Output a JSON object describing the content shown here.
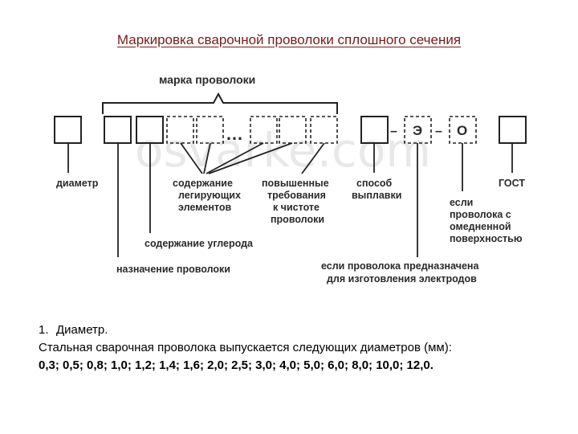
{
  "title": "Маркировка сварочной проволоки сплошного сечения",
  "watermark": "osvarke.com",
  "diagram": {
    "top_label": "марка проволоки",
    "dots": "…",
    "dash1": "–",
    "letter_e": "Э",
    "dash2": "–",
    "letter_o": "О",
    "labels": {
      "diameter": "диаметр",
      "alloy": [
        "содержание",
        "легирующих",
        "элементов"
      ],
      "purity": [
        "повышенные",
        "требования",
        "к чистоте",
        "проволоки"
      ],
      "method": [
        "способ",
        "выплавки"
      ],
      "gost": "ГОСТ",
      "coated": [
        "если",
        "проволока с",
        "омедненной",
        "поверхностью"
      ],
      "carbon": "содержание углерода",
      "purpose": "назначение проволоки",
      "electrodes": [
        "если проволока предназначена",
        "для изготовления электродов"
      ]
    }
  },
  "text": {
    "item_number": "1.",
    "item_title": "Диаметр.",
    "sentence": "Стальная сварочная проволока  выпускается следующих диаметров (мм):",
    "values": "0,3; 0,5; 0,8; 1,0; 1,2; 1,4; 1,6; 2,0; 2,5; 3,0; 4,0; 5,0; 6,0; 8,0; 10,0; 12,0."
  }
}
